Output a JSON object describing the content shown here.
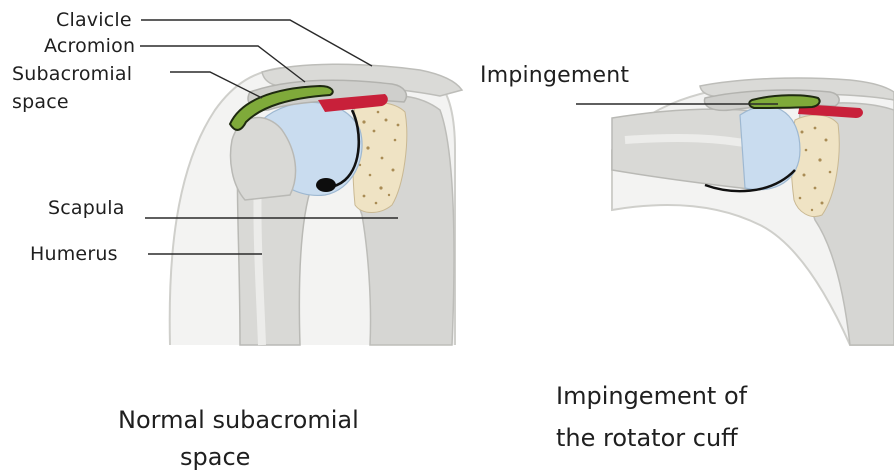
{
  "labels": {
    "clavicle": "Clavicle",
    "acromion": "Acromion",
    "subacromial_line1": "Subacromial",
    "subacromial_line2": "space",
    "scapula": "Scapula",
    "humerus": "Humerus",
    "impingement": "Impingement"
  },
  "captions": {
    "normal_line1": "Normal subacromial",
    "normal_line2": "space",
    "impingement_line1": "Impingement of",
    "impingement_line2": "the rotator cuff"
  },
  "colors": {
    "bone": "#d9d9d6",
    "bone_dark": "#b9b9b5",
    "skin_outline": "#c8c8c4",
    "cartilage": "#c9dcef",
    "bursa_green": "#7faa3a",
    "bursa_outline": "#1e2a10",
    "tendon_red": "#c8203a",
    "spongy_bone": "#efe3c4",
    "spongy_dots": "#a98c55"
  }
}
